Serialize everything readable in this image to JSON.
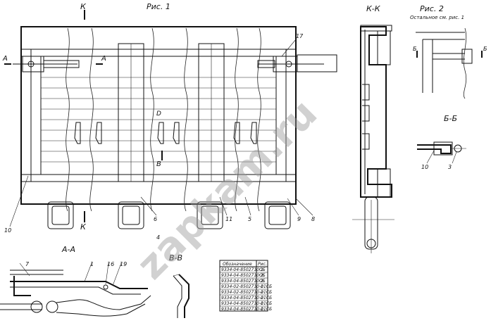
{
  "figures": {
    "fig1": "Рис. 1",
    "fig2": "Рис. 2",
    "fig2_note": "Остальное см. рис. 1"
  },
  "sections": {
    "kk": "К-К",
    "aa": "А-А",
    "bb": "Б-Б",
    "vv": "В-В"
  },
  "cut_letters": {
    "k_top": "К",
    "k_bottom": "К",
    "a_left": "А",
    "a_right": "А",
    "b_left": "Б",
    "b_right": "Б",
    "d": "D",
    "v": "В"
  },
  "callouts": [
    "17",
    "10",
    "6",
    "11",
    "5",
    "9",
    "8",
    "4",
    "7",
    "1",
    "16",
    "19",
    "10",
    "3"
  ],
  "table": {
    "headers": [
      "Обозначение",
      "Рис."
    ],
    "rows": [
      [
        "9334-04-8502710ОБ",
        "1"
      ],
      [
        "9334-04-8502710ОБ",
        "2"
      ],
      [
        "9334-04-8502710ОБ",
        "2"
      ],
      [
        "9334-02-8502710-01СБ",
        "1"
      ],
      [
        "9334-02-8502710-01СБ",
        "2"
      ],
      [
        "9334-04-8502710-01СБ",
        "2"
      ],
      [
        "9334-04-8502710-01СБ",
        "1"
      ],
      [
        "9334-04-8502710-01СБ",
        "1"
      ]
    ]
  },
  "watermark": "zapkam.ru"
}
